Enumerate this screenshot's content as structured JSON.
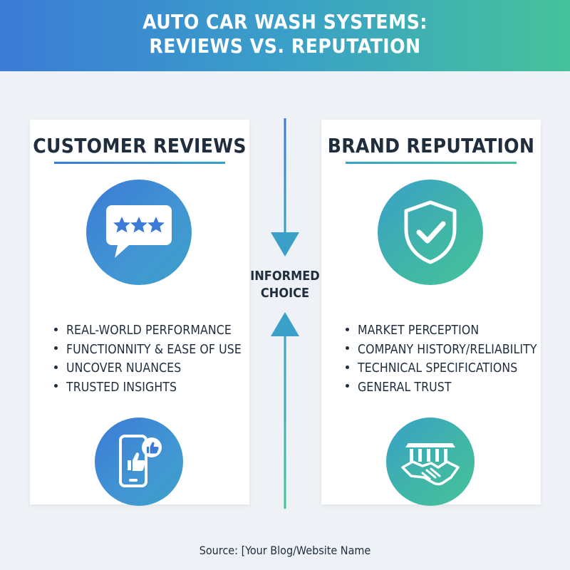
{
  "header": {
    "title_line1": "AUTO CAR WASH SYSTEMS:",
    "title_line2": "REVIEWS VS. REPUTATION"
  },
  "left_card": {
    "title": "CUSTOMER REVIEWS",
    "top_icon": "chat-bubble-stars-icon",
    "bottom_icon": "smartphone-thumbs-up-icon",
    "bullets": [
      "REAL-WORLD PERFORMANCE",
      "FUNCTIONNITY & EASE OF USE",
      "UNCOVER NUANCES",
      "TRUSTED INSIGHTS"
    ]
  },
  "right_card": {
    "title": "BRAND REPUTATION",
    "top_icon": "shield-check-icon",
    "bottom_icon": "building-handshake-icon",
    "bullets": [
      "MARKET PERCEPTION",
      "COMPANY HISTORY/RELIABILITY",
      "TECHNICAL SPECIFICATIONS",
      "GENERAL TRUST"
    ]
  },
  "center": {
    "label_line1": "INFORMED",
    "label_line2": "CHOICE"
  },
  "footer": {
    "source": "Source: [Your Blog/Website Name"
  },
  "colors": {
    "blue": "#3b7bd6",
    "teal": "#3aa0c8",
    "green": "#45c29a",
    "text": "#1f2d3d",
    "background": "#eef1f5"
  }
}
